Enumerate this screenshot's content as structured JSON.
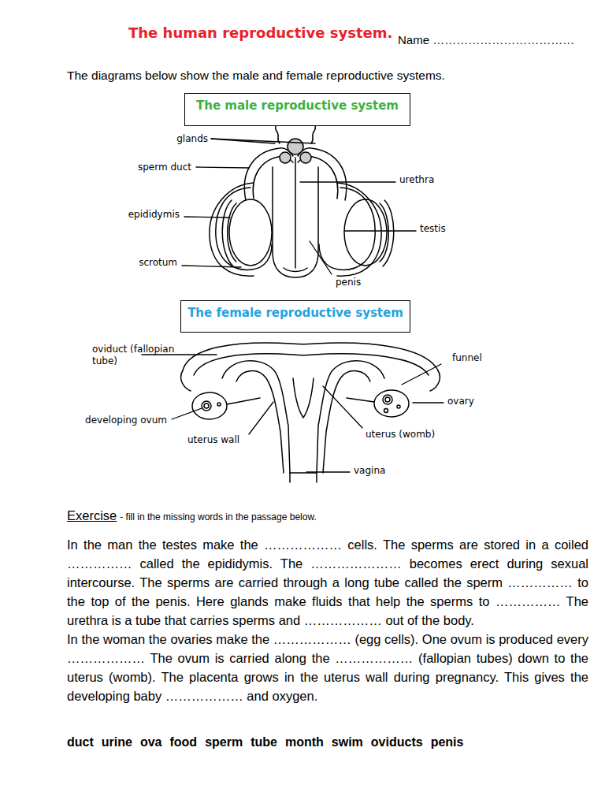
{
  "diagram": {
    "title": "The human reproductive system.",
    "nodes": [
      {
        "text": [
          "The male reproductive system"
        ]
      },
      {
        "text": [
          "The female reproductive system"
        ]
      }
    ],
    "labels": [
      "Name ………………………………",
      "The diagrams below show the male and female reproductive systems.",
      "glands",
      "sperm duct",
      "urethra",
      "epididymis",
      "testis",
      "scrotum",
      "penis",
      "oviduct (fallopian tube)",
      "funnel",
      "ovary",
      "developing ovum",
      "uterus wall",
      "uterus (womb)",
      "vagina",
      "Exercise",
      "- fill in the missing words in the passage below.",
      "In the man the testes make the ……………… cells. The sperms are stored in a coiled …………… called the epididymis. The ………………… becomes erect during sexual intercourse. The sperms are carried through a long tube called the sperm …………… to the top of the penis. Here glands make fluids that help the sperms to …………… The urethra is a tube that carries sperms and ……………… out of the body.",
      "In the woman the ovaries make the ……………… (egg cells). One ovum is produced every ……………… The ovum is carried along the ……………… (fallopian tubes) down to the uterus (womb). The placenta grows in the uterus wall during pregnancy. This gives the developing baby ……………… and oxygen.",
      "duct",
      "urine",
      "ova",
      "food",
      "sperm",
      "tube",
      "month",
      "swim",
      "oviducts",
      "penis"
    ]
  }
}
